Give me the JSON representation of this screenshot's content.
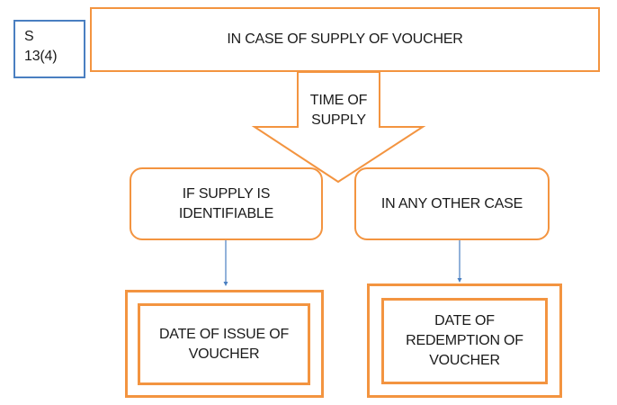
{
  "section_label": {
    "line1": "S",
    "line2": "13(4)"
  },
  "header": {
    "title": "IN CASE OF SUPPLY OF VOUCHER"
  },
  "arrow": {
    "line1": "TIME OF",
    "line2": "SUPPLY"
  },
  "branches": [
    {
      "condition_line1": "IF SUPPLY IS",
      "condition_line2": "IDENTIFIABLE",
      "result_lines": [
        "DATE OF ISSUE OF",
        "VOUCHER"
      ]
    },
    {
      "condition_line1": "IN ANY OTHER CASE",
      "condition_line2": "",
      "result_lines": [
        "DATE OF",
        "REDEMPTION OF",
        "VOUCHER"
      ]
    }
  ],
  "colors": {
    "box_border": "#f39440",
    "label_border": "#4a7fc1",
    "connector": "#4a7fc1"
  }
}
